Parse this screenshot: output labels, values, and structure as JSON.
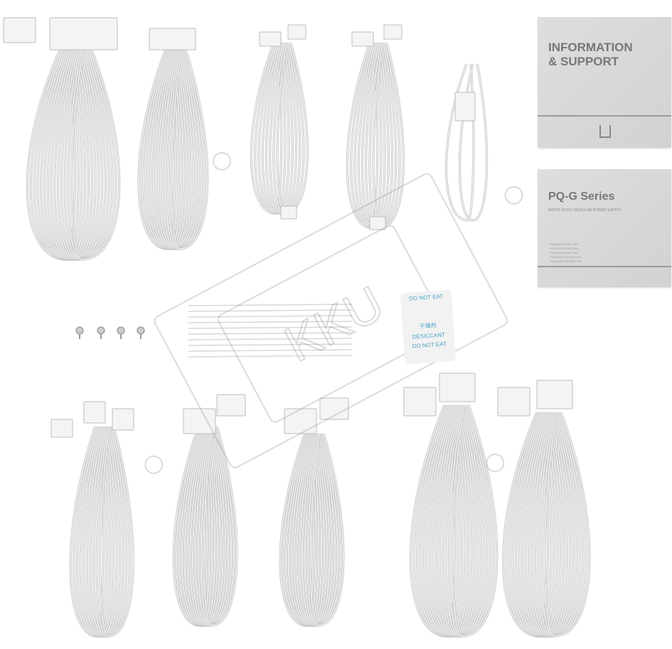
{
  "info_box": {
    "title_line1": "INFORMATION",
    "title_line2": "& SUPPORT"
  },
  "product_box": {
    "title": "PQ-G Series",
    "subtitle": "NATIVE ATX3.1 MODULAR POWER SUPPLY",
    "models": [
      "PQ650G/PQ650G WH",
      "PQ750G/PQ750G WH",
      "PQ850G/PQ850G WH",
      "PQ1000G/PQ1000G WH",
      "PQ1200G/PQ1200G WH"
    ]
  },
  "desiccant": {
    "cn": "干燥剂",
    "label": "DESICCANT",
    "warning": "DO NOT EAT"
  },
  "watermark": "KKU",
  "colors": {
    "cable": "#e9e9e9",
    "cable_shadow": "#b8b8b8",
    "box": "#d6d6d6",
    "desiccant_ink": "#4aa3c4"
  }
}
